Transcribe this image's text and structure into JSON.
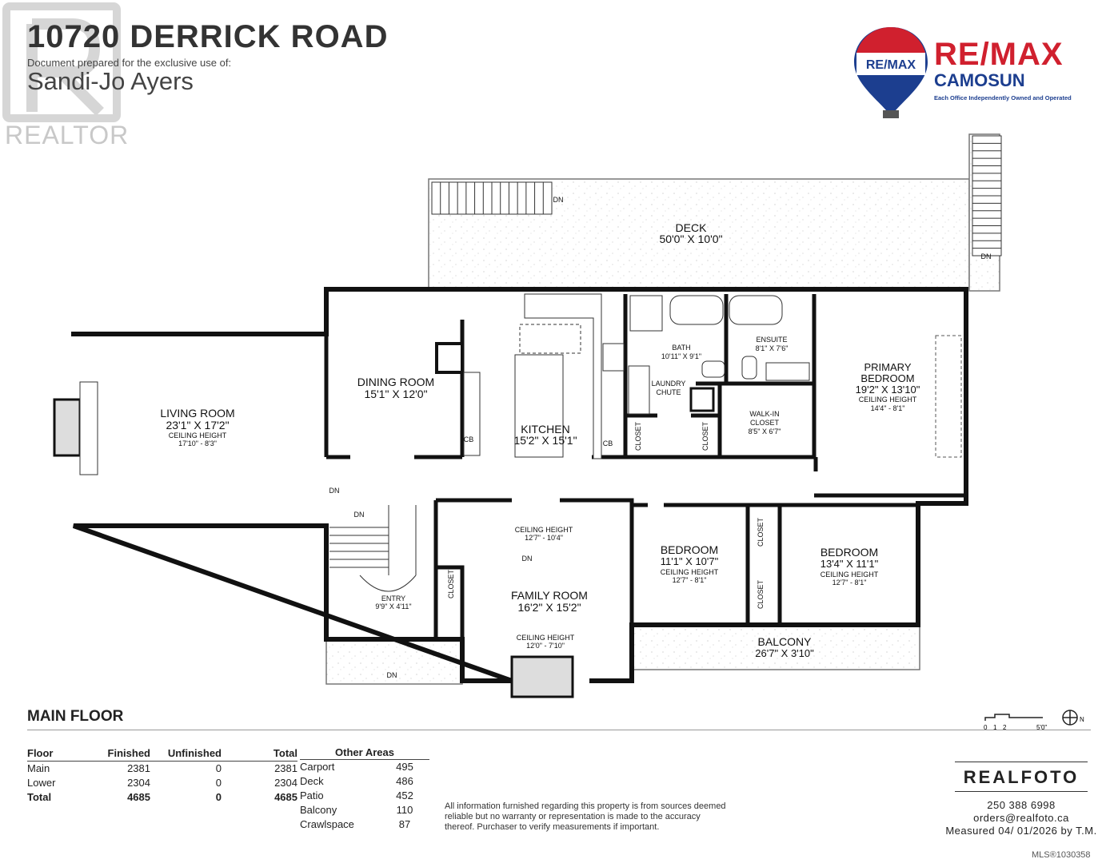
{
  "header": {
    "title": "10720 DERRICK ROAD",
    "prepared_for_label": "Document prepared for the exclusive use of:",
    "client_name": "Sandi-Jo Ayers",
    "realtor_watermark": "REALTOR®"
  },
  "brokerage": {
    "balloon_text": "RE/MAX",
    "name": "RE/MAX",
    "office": "CAMOSUN",
    "tagline": "Each Office Independently Owned and Operated",
    "colors": {
      "red": "#d0202e",
      "blue": "#1c3e8f"
    }
  },
  "floor_plan": {
    "floor_name": "MAIN FLOOR",
    "rooms": [
      {
        "name": "DECK",
        "size": "50'0\" X 10'0\""
      },
      {
        "name": "LIVING ROOM",
        "size": "23'1\" X 17'2\"",
        "ceiling_label": "CEILING HEIGHT",
        "ceiling": "17'10\" - 8'3\""
      },
      {
        "name": "DINING ROOM",
        "size": "15'1\" X 12'0\""
      },
      {
        "name": "KITCHEN",
        "size": "15'2\" X 15'1\""
      },
      {
        "name": "BATH",
        "size": "10'11\" X 9'1\""
      },
      {
        "name": "ENSUITE",
        "size": "8'1\" X 7'6\""
      },
      {
        "name_line1": "PRIMARY",
        "name_line2": "BEDROOM",
        "size": "19'2\" X 13'10\"",
        "ceiling_label": "CEILING HEIGHT",
        "ceiling": "14'4\" - 8'1\""
      },
      {
        "name_line1": "LAUNDRY",
        "name_line2": "CHUTE"
      },
      {
        "name_line1": "WALK-IN",
        "name_line2": "CLOSET",
        "size": "8'5\" X 6'7\""
      },
      {
        "name": "FAMILY ROOM",
        "size": "16'2\" X 15'2\"",
        "ceiling_label": "CEILING HEIGHT",
        "ceiling_top": "12'7\" - 10'4\"",
        "ceiling_bottom": "12'0\" - 7'10\""
      },
      {
        "name": "ENTRY",
        "size": "9'9\" X 4'11\""
      },
      {
        "name": "BEDROOM",
        "size": "11'1\" X 10'7\"",
        "ceiling_label": "CEILING HEIGHT",
        "ceiling": "12'7\" - 8'1\""
      },
      {
        "name": "BEDROOM",
        "size": "13'4\" X 11'1\"",
        "ceiling_label": "CEILING HEIGHT",
        "ceiling": "12'7\" - 8'1\""
      },
      {
        "name": "BALCONY",
        "size": "26'7\" X 3'10\""
      }
    ],
    "small_labels": {
      "closet": "CLOSET",
      "dn": "DN",
      "cb": "CB"
    },
    "scale": {
      "ticks": [
        "0",
        "1",
        "2",
        "5'0\""
      ],
      "north": "N"
    }
  },
  "floor_table": {
    "headers": [
      "Floor",
      "Finished",
      "Unfinished",
      "Total"
    ],
    "rows": [
      [
        "Main",
        "2381",
        "0",
        "2381"
      ],
      [
        "Lower",
        "2304",
        "0",
        "2304"
      ]
    ],
    "total_row": [
      "Total",
      "4685",
      "0",
      "4685"
    ]
  },
  "other_areas": {
    "header": "Other Areas",
    "rows": [
      [
        "Carport",
        "495"
      ],
      [
        "Deck",
        "486"
      ],
      [
        "Patio",
        "452"
      ],
      [
        "Balcony",
        "110"
      ],
      [
        "Crawlspace",
        "87"
      ]
    ]
  },
  "disclaimer": "All information furnished regarding this property is from sources deemed reliable but no warranty or representation is made to the accuracy thereof. Purchaser to verify measurements if important.",
  "photographer": {
    "logo": "REALFOTO",
    "phone": "250 388 6998",
    "email": "orders@realfoto.ca",
    "measured": "Measured 04/ 01/2026 by T.M."
  },
  "mls": "MLS®1030358"
}
